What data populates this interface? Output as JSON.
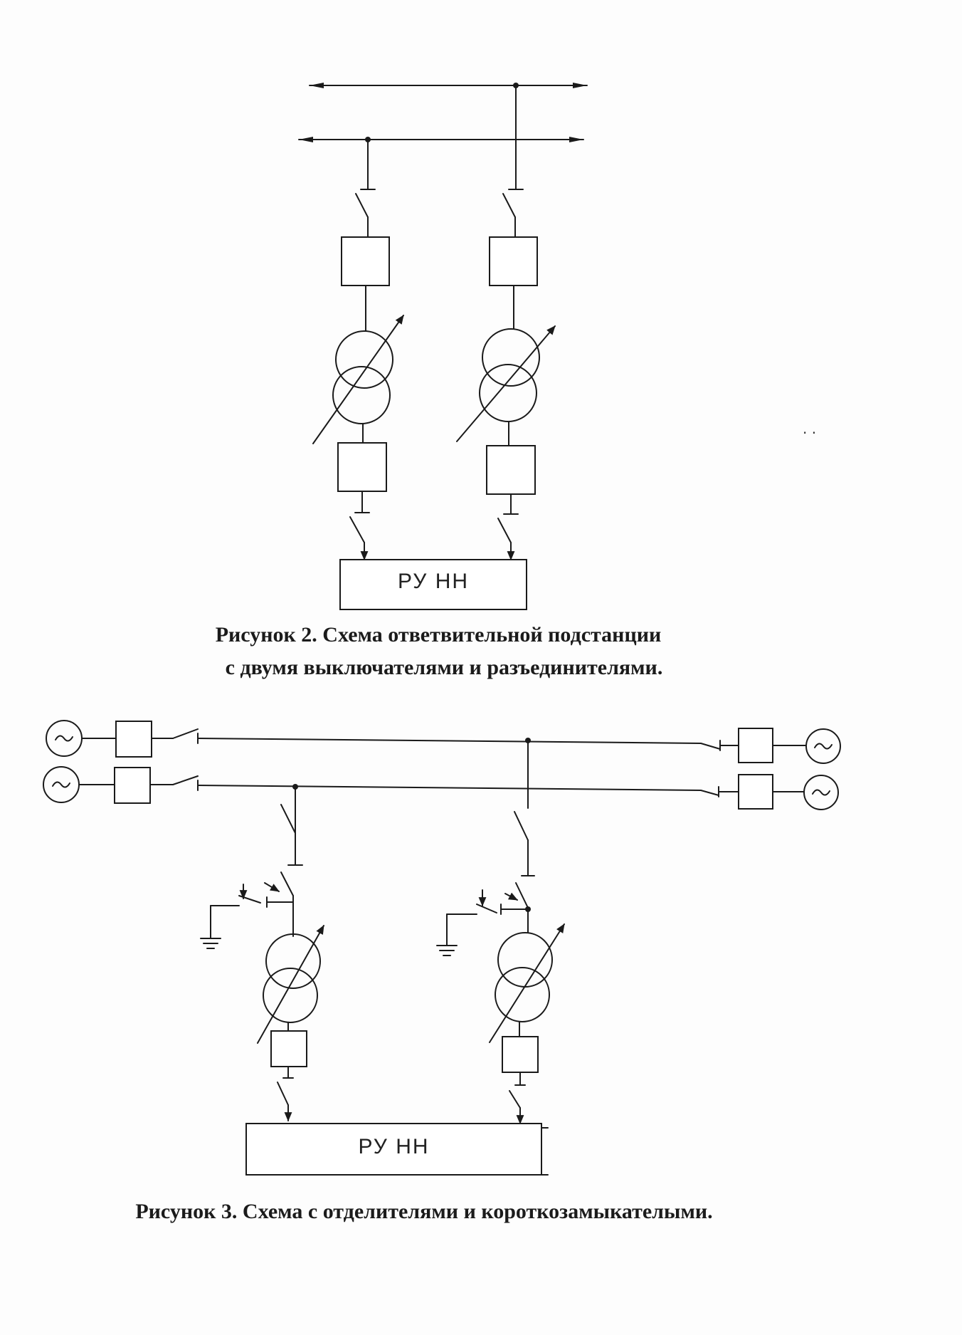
{
  "figure2": {
    "caption_line1": "Рисунок 2. Схема ответвительной подстанции",
    "caption_line2": "с двумя выключателями и разъединителями.",
    "ru_label": "РУ НН"
  },
  "figure3": {
    "caption": "Рисунок 3. Схема с отделителями и короткозамыкателыми.",
    "ru_label": "РУ НН",
    "source_symbol": "~"
  },
  "margin_marks": ". ."
}
